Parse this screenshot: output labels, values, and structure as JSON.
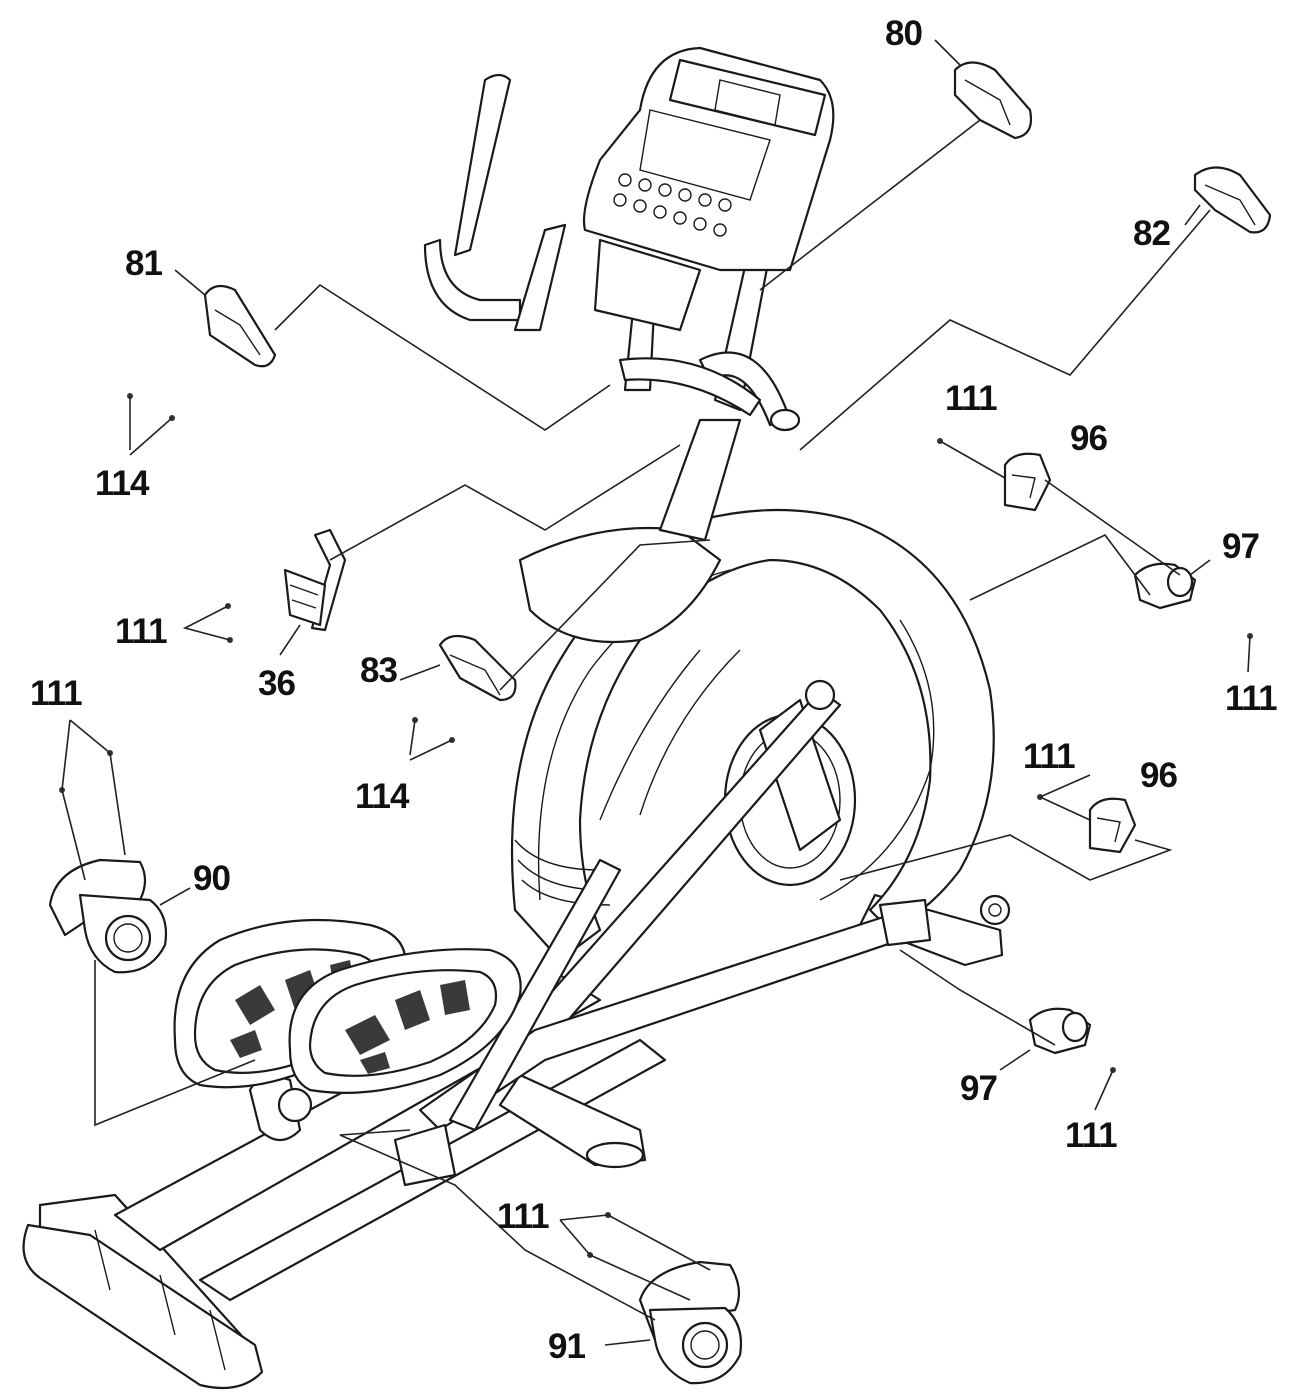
{
  "diagram": {
    "labels": {
      "p80": "80",
      "p81": "81",
      "p82": "82",
      "p83": "83",
      "p36": "36",
      "p90": "90",
      "p91": "91",
      "p96a": "96",
      "p96b": "96",
      "p97a": "97",
      "p97b": "97",
      "p111_upper_right": "111",
      "p111_right_97": "111",
      "p111_mid_right": "111",
      "p111_bottom_right": "111",
      "p111_bracket": "111",
      "p111_left": "111",
      "p111_bottom": "111",
      "p114_left": "114",
      "p114_mid": "114"
    }
  }
}
